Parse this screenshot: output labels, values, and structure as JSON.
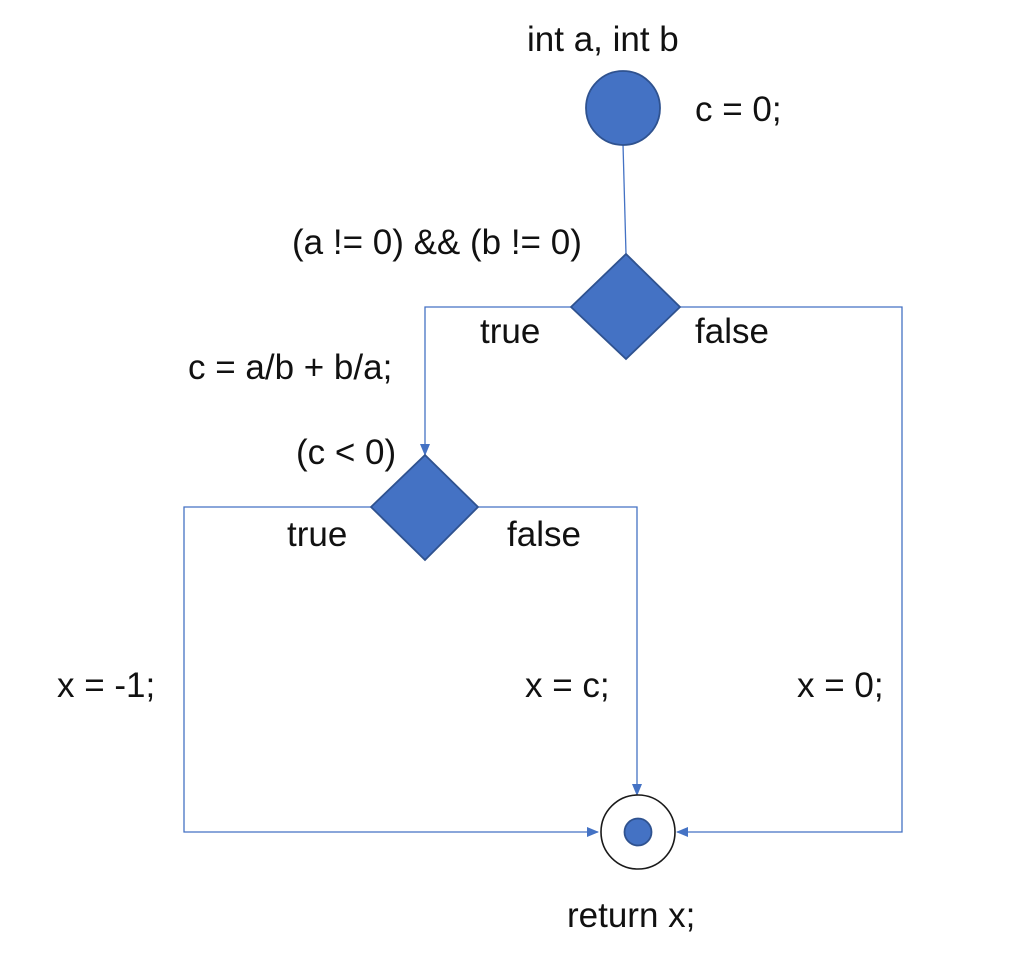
{
  "colors": {
    "node_fill": "#4472c4",
    "node_stroke": "#2f528f",
    "edge": "#4472c4",
    "text": "#111111"
  },
  "labels": {
    "params": "int a, int b",
    "init": "c = 0;",
    "cond1": "(a != 0) && (b != 0)",
    "cond1_true": "true",
    "cond1_false": "false",
    "assign_c": "c = a/b + b/a;",
    "cond2": "(c < 0)",
    "cond2_true": "true",
    "cond2_false": "false",
    "assign_neg": "x = -1;",
    "assign_c_x": "x = c;",
    "assign_zero": "x = 0;",
    "return": "return x;"
  },
  "nodes": [
    {
      "id": "start",
      "kind": "initial"
    },
    {
      "id": "decision1",
      "kind": "decision"
    },
    {
      "id": "decision2",
      "kind": "decision"
    },
    {
      "id": "end",
      "kind": "final"
    }
  ],
  "edges": [
    {
      "from": "start",
      "to": "decision1"
    },
    {
      "from": "decision1",
      "to": "decision2",
      "guard": "true",
      "action": "c = a/b + b/a;"
    },
    {
      "from": "decision1",
      "to": "end",
      "guard": "false",
      "action": "x = 0;"
    },
    {
      "from": "decision2",
      "to": "end",
      "guard": "true",
      "action": "x = -1;"
    },
    {
      "from": "decision2",
      "to": "end",
      "guard": "false",
      "action": "x = c;"
    }
  ]
}
